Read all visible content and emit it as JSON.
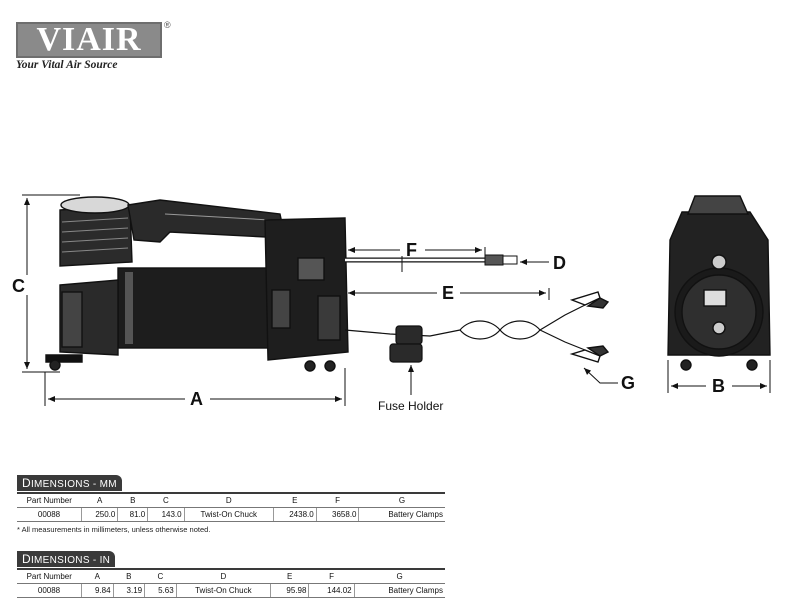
{
  "logo": {
    "word": "VIAIR",
    "reg_mark": "®",
    "tagline": "Your Vital Air Source"
  },
  "diagram": {
    "labels": {
      "A": "A",
      "B": "B",
      "C": "C",
      "D": "D",
      "E": "E",
      "F": "F",
      "G": "G",
      "fuse_holder": "Fuse Holder"
    }
  },
  "tables": [
    {
      "title_first": "D",
      "title_rest": "IMENSIONS",
      "title_sep": " - ",
      "unit": "MM",
      "headers": [
        "Part Number",
        "A",
        "B",
        "C",
        "D",
        "E",
        "F",
        "G"
      ],
      "row": [
        "00088",
        "250.0",
        "81.0",
        "143.0",
        "Twist-On Chuck",
        "2438.0",
        "3658.0",
        "Battery Clamps"
      ],
      "note": "* All measurements in millimeters, unless otherwise noted."
    },
    {
      "title_first": "D",
      "title_rest": "IMENSIONS",
      "title_sep": " - ",
      "unit": "IN",
      "headers": [
        "Part Number",
        "A",
        "B",
        "C",
        "D",
        "E",
        "F",
        "G"
      ],
      "row": [
        "00088",
        "9.84",
        "3.19",
        "5.63",
        "Twist-On Chuck",
        "95.98",
        "144.02",
        "Battery Clamps"
      ],
      "note": ""
    }
  ]
}
